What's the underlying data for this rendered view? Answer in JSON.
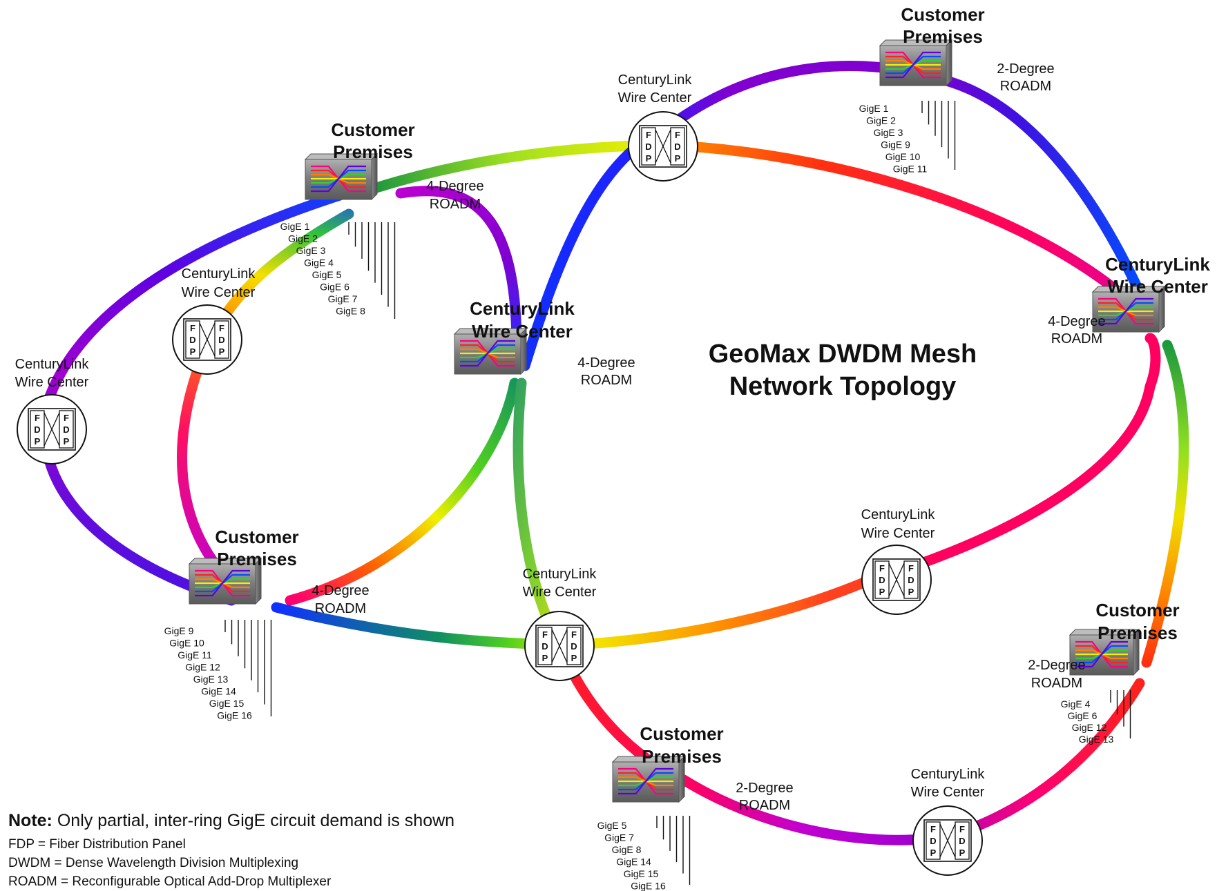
{
  "title": {
    "line1": "GeoMax DWDM Mesh",
    "line2": "Network Topology"
  },
  "labels": {
    "customer_premises_line1": "Customer",
    "customer_premises_line2": "Premises",
    "wire_center_line1": "CenturyLink",
    "wire_center_line2": "Wire Center",
    "fdp_letters": [
      "F",
      "D",
      "P"
    ]
  },
  "roadms": [
    {
      "id": "cp-top-left",
      "kind": "customer",
      "degree_line1": "4-Degree",
      "degree_line2": "ROADM",
      "gige": [
        "GigE 1",
        "GigE 2",
        "GigE 3",
        "GigE 4",
        "GigE 5",
        "GigE 6",
        "GigE 7",
        "GigE 8"
      ]
    },
    {
      "id": "cp-top-right",
      "kind": "customer",
      "degree_line1": "2-Degree",
      "degree_line2": "ROADM",
      "gige": [
        "GigE 1",
        "GigE 2",
        "GigE 3",
        "GigE 9",
        "GigE 10",
        "GigE 11"
      ]
    },
    {
      "id": "wc-center",
      "kind": "wirecenter",
      "degree_line1": "4-Degree",
      "degree_line2": "ROADM",
      "gige": []
    },
    {
      "id": "wc-right",
      "kind": "wirecenter",
      "degree_line1": "4-Degree",
      "degree_line2": "ROADM",
      "gige": []
    },
    {
      "id": "cp-bottom-left",
      "kind": "customer",
      "degree_line1": "4-Degree",
      "degree_line2": "ROADM",
      "gige": [
        "GigE 9",
        "GigE 10",
        "GigE 11",
        "GigE 12",
        "GigE 13",
        "GigE 14",
        "GigE 15",
        "GigE 16"
      ]
    },
    {
      "id": "cp-right",
      "kind": "customer",
      "degree_line1": "2-Degree",
      "degree_line2": "ROADM",
      "gige": [
        "GigE 4",
        "GigE 6",
        "GigE 12",
        "GigE 13"
      ]
    },
    {
      "id": "cp-bottom",
      "kind": "customer",
      "degree_line1": "2-Degree",
      "degree_line2": "ROADM",
      "gige": [
        "GigE 5",
        "GigE 7",
        "GigE 8",
        "GigE 14",
        "GigE 15",
        "GigE 16"
      ]
    }
  ],
  "fdp_panels": [
    {
      "id": "fdp-top"
    },
    {
      "id": "fdp-left"
    },
    {
      "id": "fdp-inner-left"
    },
    {
      "id": "fdp-bottom-center"
    },
    {
      "id": "fdp-right-center"
    },
    {
      "id": "fdp-bottom-right"
    }
  ],
  "legend": {
    "note_bold": "Note:",
    "note_text": "Only partial, inter-ring GigE circuit demand is shown",
    "lines": [
      "FDP = Fiber Distribution Panel",
      "DWDM = Dense Wavelength Division Multiplexing",
      "ROADM = Reconfigurable Optical Add-Drop Multiplexer"
    ]
  },
  "colors": {
    "rainbow": [
      "#ff0080",
      "#ff2222",
      "#ff8000",
      "#f5f000",
      "#30d030",
      "#0050ff",
      "#6000e0",
      "#c000d0"
    ],
    "roadm_body": "#8a8a8a"
  }
}
